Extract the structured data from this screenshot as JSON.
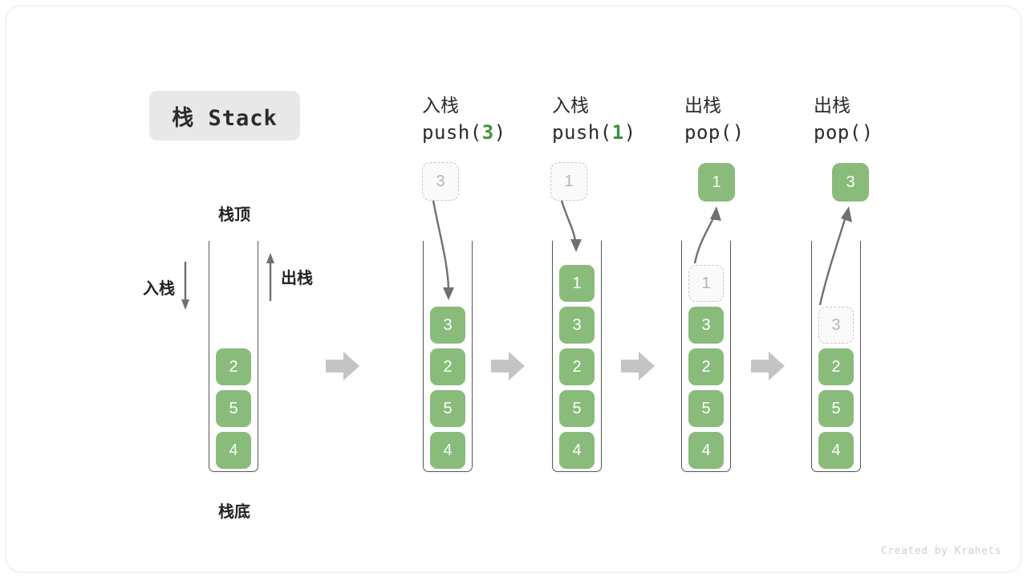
{
  "card": {
    "title_badge": "栈 Stack",
    "footer": "Created by Krahets"
  },
  "colors": {
    "element_green": "#89bb7b",
    "accent_green_text": "#3f9142",
    "ghost_gray": "#c8c8c8",
    "arrow_gray": "#707070",
    "chevron_gray": "#c4c4c4",
    "badge_bg": "#e8e8e8",
    "wall_gray": "#555555"
  },
  "legend": {
    "top_caption": "栈顶",
    "bottom_caption": "栈底",
    "push_label": "入栈",
    "pop_label": "出栈",
    "push_arrow_icon": "arrow-down-icon",
    "pop_arrow_icon": "arrow-up-icon"
  },
  "separator_icon": "chevron-right-arrow-icon",
  "stages": [
    {
      "id": "initial",
      "head_cn": "",
      "head_code": "",
      "head_code_arg": "",
      "stack": [
        {
          "value": "2",
          "state": "solid"
        },
        {
          "value": "5",
          "state": "solid"
        },
        {
          "value": "4",
          "state": "solid"
        }
      ],
      "floating": null
    },
    {
      "id": "push-3",
      "head_cn": "入栈",
      "head_code_prefix": "push(",
      "head_code_arg": "3",
      "head_code_suffix": ")",
      "stack": [
        {
          "value": "3",
          "state": "solid"
        },
        {
          "value": "2",
          "state": "solid"
        },
        {
          "value": "5",
          "state": "solid"
        },
        {
          "value": "4",
          "state": "solid"
        }
      ],
      "floating": {
        "value": "3",
        "state": "ghost",
        "direction": "into-stack"
      }
    },
    {
      "id": "push-1",
      "head_cn": "入栈",
      "head_code_prefix": "push(",
      "head_code_arg": "1",
      "head_code_suffix": ")",
      "stack": [
        {
          "value": "1",
          "state": "solid"
        },
        {
          "value": "3",
          "state": "solid"
        },
        {
          "value": "2",
          "state": "solid"
        },
        {
          "value": "5",
          "state": "solid"
        },
        {
          "value": "4",
          "state": "solid"
        }
      ],
      "floating": {
        "value": "1",
        "state": "ghost",
        "direction": "into-stack"
      }
    },
    {
      "id": "pop-1",
      "head_cn": "出栈",
      "head_code_prefix": "pop(",
      "head_code_arg": "",
      "head_code_suffix": ")",
      "stack": [
        {
          "value": "1",
          "state": "ghost"
        },
        {
          "value": "3",
          "state": "solid"
        },
        {
          "value": "2",
          "state": "solid"
        },
        {
          "value": "5",
          "state": "solid"
        },
        {
          "value": "4",
          "state": "solid"
        }
      ],
      "floating": {
        "value": "1",
        "state": "solid",
        "direction": "out-of-stack"
      }
    },
    {
      "id": "pop-2",
      "head_cn": "出栈",
      "head_code_prefix": "pop(",
      "head_code_arg": "",
      "head_code_suffix": ")",
      "stack": [
        {
          "value": "3",
          "state": "ghost"
        },
        {
          "value": "2",
          "state": "solid"
        },
        {
          "value": "5",
          "state": "solid"
        },
        {
          "value": "4",
          "state": "solid"
        }
      ],
      "floating": {
        "value": "3",
        "state": "solid",
        "direction": "out-of-stack"
      }
    }
  ]
}
